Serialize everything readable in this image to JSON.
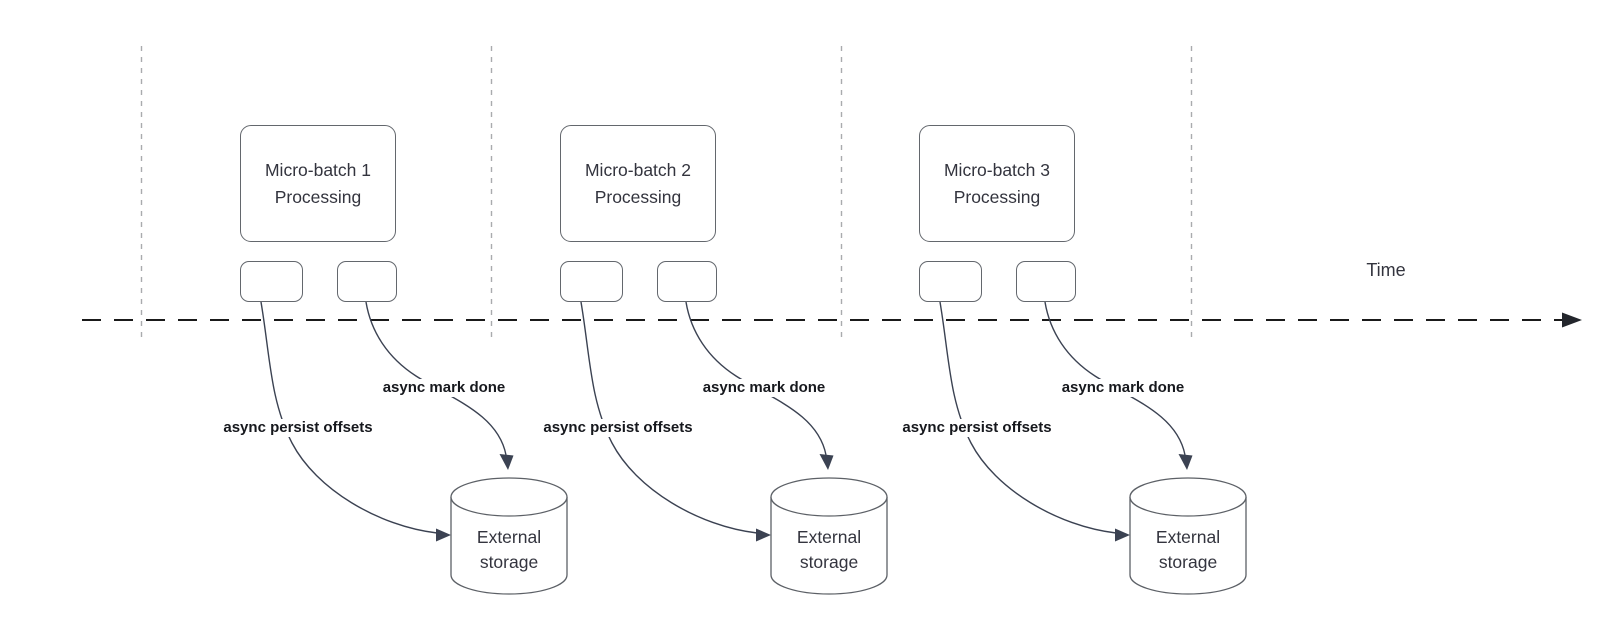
{
  "diagram": {
    "time_label": "Time",
    "columns": [
      {
        "batch_title": "Micro-batch 1 Processing",
        "persist_label": "async persist offsets",
        "done_label": "async mark done",
        "storage_label": "External storage"
      },
      {
        "batch_title": "Micro-batch 2 Processing",
        "persist_label": "async persist offsets",
        "done_label": "async mark done",
        "storage_label": "External storage"
      },
      {
        "batch_title": "Micro-batch 3 Processing",
        "persist_label": "async persist offsets",
        "done_label": "async mark done",
        "storage_label": "External storage"
      }
    ],
    "icons": {
      "storage": "database-cylinder-icon",
      "axis_end": "arrow-right-icon"
    },
    "colors": {
      "background": "#ffffff",
      "time_axis": "#1a1a1a",
      "interval_guides": "#a9abae",
      "connectors": "#3b4252",
      "shape_border": "#63676d",
      "shape_text": "#33343e",
      "bold_label_text": "#16181d"
    }
  }
}
